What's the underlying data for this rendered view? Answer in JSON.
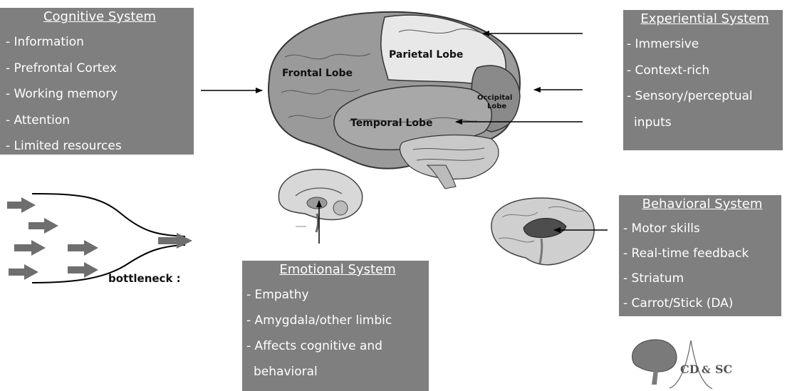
{
  "cognitive": {
    "title": "Cognitive System",
    "items": [
      "- Information",
      "- Prefrontal Cortex",
      "- Working memory",
      "- Attention",
      "- Limited resources"
    ]
  },
  "experiential": {
    "title": "Experiential System",
    "items": [
      "- Immersive",
      "- Context-rich",
      "- Sensory/perceptual",
      "inputs"
    ]
  },
  "behavioral": {
    "title": "Behavioral System",
    "items": [
      "- Motor skills",
      "- Real-time feedback",
      "- Striatum",
      "- Carrot/Stick (DA)"
    ]
  },
  "emotional": {
    "title": "Emotional System",
    "items": [
      "- Empathy",
      "- Amygdala/other limbic",
      "- Affects cognitive and",
      "behavioral"
    ]
  },
  "brain_labels": {
    "frontal": "Frontal Lobe",
    "parietal": "Parietal Lobe",
    "occipital_1": "Occipital",
    "occipital_2": "Lobe",
    "temporal": "Temporal Lobe"
  },
  "bottleneck_label": "bottleneck :",
  "logo": {
    "text_left": "CD",
    "amp": "&",
    "text_right": "SC"
  },
  "colors": {
    "box_fill": "#7f7f7f",
    "box_text": "#ffffff",
    "arrow": "#000000",
    "bottleneck_arrow": "#6e6e6e"
  }
}
